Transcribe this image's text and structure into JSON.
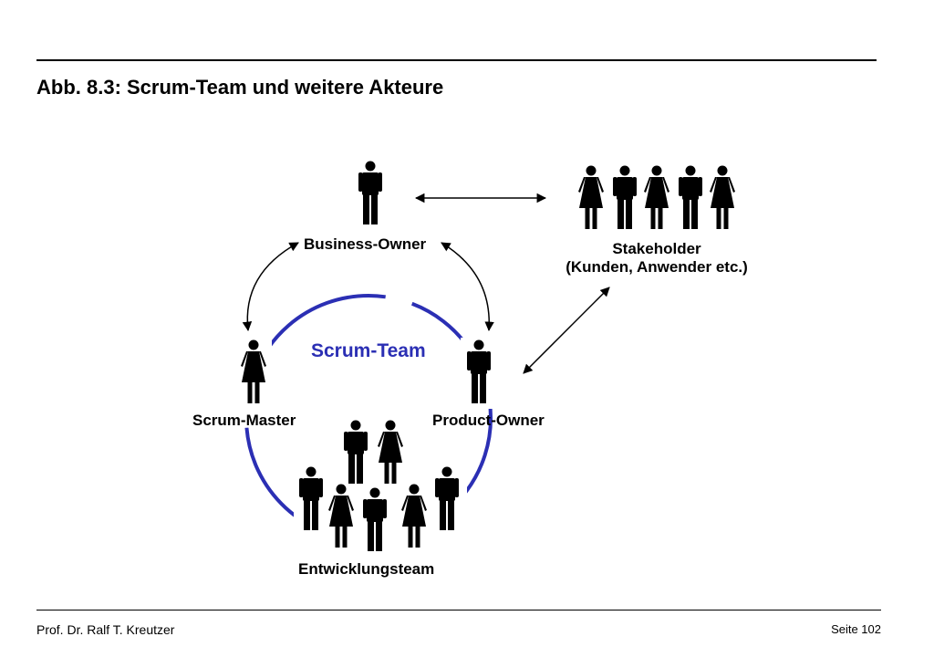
{
  "title": "Abb. 8.3: Scrum-Team und weitere Akteure",
  "roles": {
    "business_owner": "Business-Owner",
    "stakeholder_line1": "Stakeholder",
    "stakeholder_line2": "(Kunden, Anwender etc.)",
    "scrum_team": "Scrum-Team",
    "scrum_master": "Scrum-Master",
    "product_owner": "Product-Owner",
    "development_team": "Entwicklungsteam"
  },
  "colors": {
    "team_circle": "#2b2fb4",
    "figures": "#000000"
  },
  "footer": {
    "author": "Prof. Dr. Ralf T. Kreutzer",
    "page": "Seite 102"
  }
}
